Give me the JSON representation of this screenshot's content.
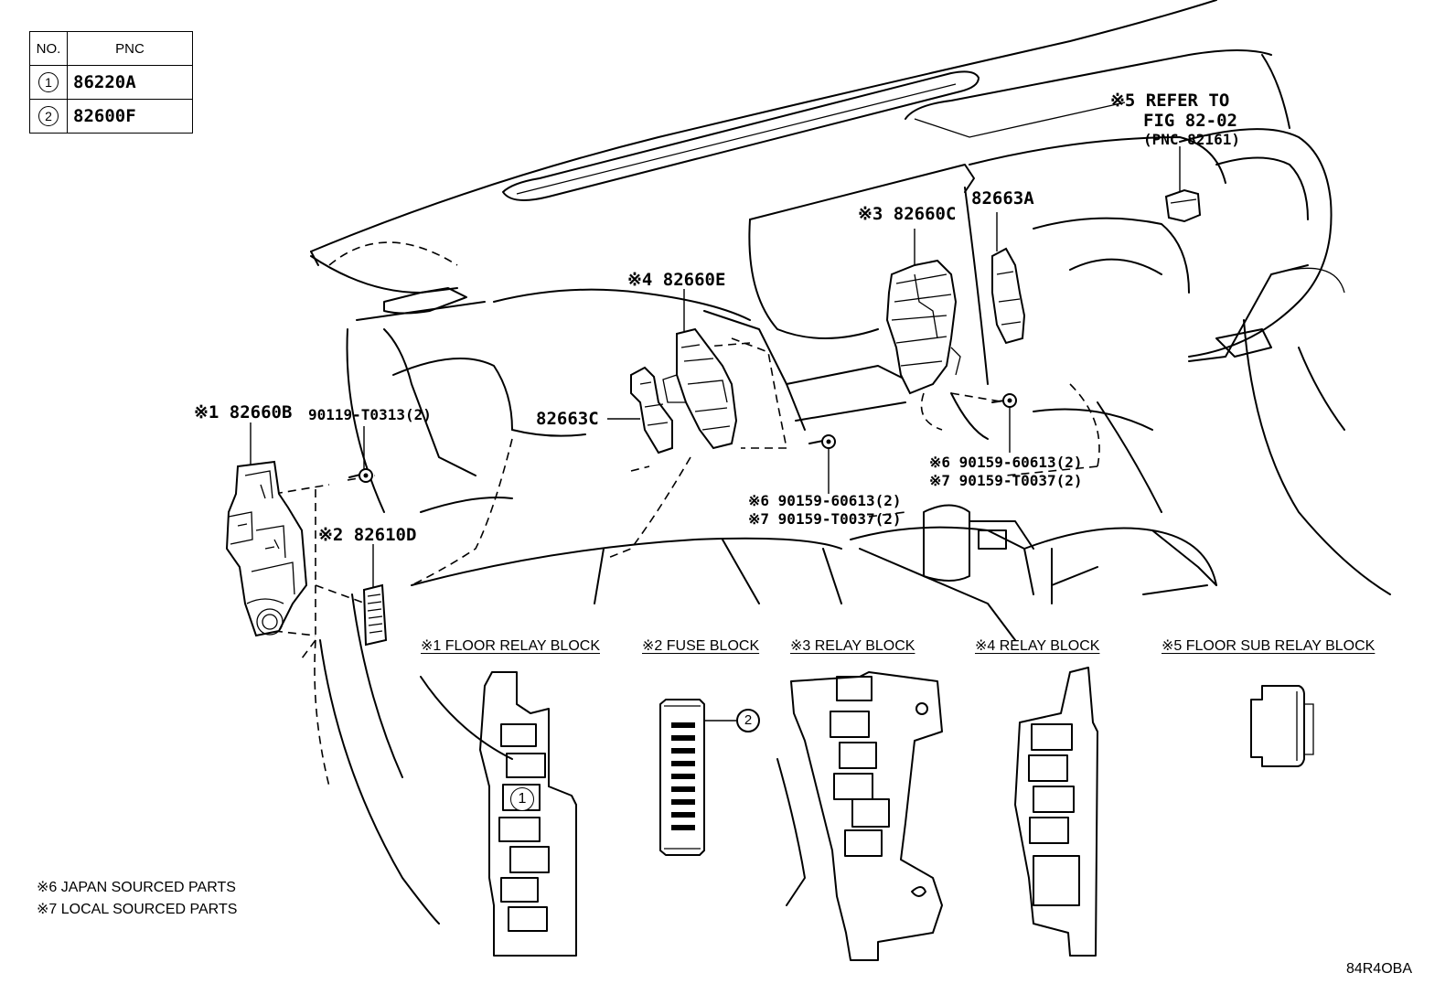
{
  "table": {
    "header_no": "NO.",
    "header_pnc": "PNC",
    "rows": [
      {
        "no": "1",
        "pnc": "86220A"
      },
      {
        "no": "2",
        "pnc": "82600F"
      }
    ]
  },
  "callouts": {
    "refer_line1": "※5 REFER TO",
    "refer_line2": "FIG 82-02",
    "refer_line3": "(PNC 82161)",
    "c1": "※3 82660C",
    "c2": "82663A",
    "c3": "※4 82660E",
    "c4": "82663C",
    "c5": "※1 82660B",
    "c6": "90119-T0313(2)",
    "c7": "※2 82610D",
    "c8a": "※6 90159-60613(2)",
    "c8b": "※7 90159-T0037(2)",
    "c9a": "※6 90159-60613(2)",
    "c9b": "※7 90159-T0037(2)"
  },
  "sections": {
    "s1": "※1 FLOOR RELAY BLOCK",
    "s2": "※2 FUSE BLOCK",
    "s3": "※3 RELAY BLOCK",
    "s4": "※4 RELAY BLOCK",
    "s5": "※5 FLOOR SUB RELAY BLOCK"
  },
  "markers": {
    "m1": "1",
    "m2": "2"
  },
  "notes": {
    "n1": "※6 JAPAN SOURCED PARTS",
    "n2": "※7 LOCAL SOURCED PARTS"
  },
  "figure_code": "84R4OBA"
}
